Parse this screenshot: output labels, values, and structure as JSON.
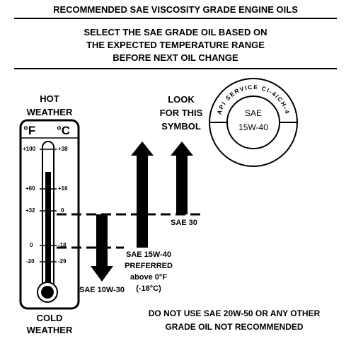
{
  "header": {
    "title": "RECOMMENDED SAE VISCOSITY GRADE ENGINE OILS",
    "instruction_line1": "SELECT THE SAE GRADE OIL BASED ON",
    "instruction_line2": "THE EXPECTED TEMPERATURE RANGE",
    "instruction_line3": "BEFORE NEXT OIL CHANGE"
  },
  "thermometer": {
    "hot_line1": "HOT",
    "hot_line2": "WEATHER",
    "cold_line1": "COLD",
    "cold_line2": "WEATHER",
    "unit_f": "°F",
    "unit_c": "°C",
    "ticks": [
      {
        "f": "+100",
        "c": "+38"
      },
      {
        "f": "+60",
        "c": "+16"
      },
      {
        "f": "+32",
        "c": "0"
      },
      {
        "f": "0",
        "c": "-18"
      },
      {
        "f": "-20",
        "c": "-29"
      }
    ]
  },
  "symbol": {
    "look_line1": "LOOK",
    "look_line2": "FOR THIS",
    "look_line3": "SYMBOL",
    "ring_text": "API SERVICE CI-4/CH-4",
    "center_line1": "SAE",
    "center_line2": "15W-40"
  },
  "grades": {
    "sae30": "SAE 30",
    "sae15w40_line1": "SAE 15W-40",
    "sae15w40_line2": "PREFERRED",
    "sae15w40_line3": "above 0°F",
    "sae15w40_line4": "(-18°C)",
    "sae10w30": "SAE 10W-30"
  },
  "warning": {
    "line1": "DO NOT USE SAE 20W-50 OR ANY OTHER",
    "line2": "GRADE OIL NOT RECOMMENDED"
  }
}
